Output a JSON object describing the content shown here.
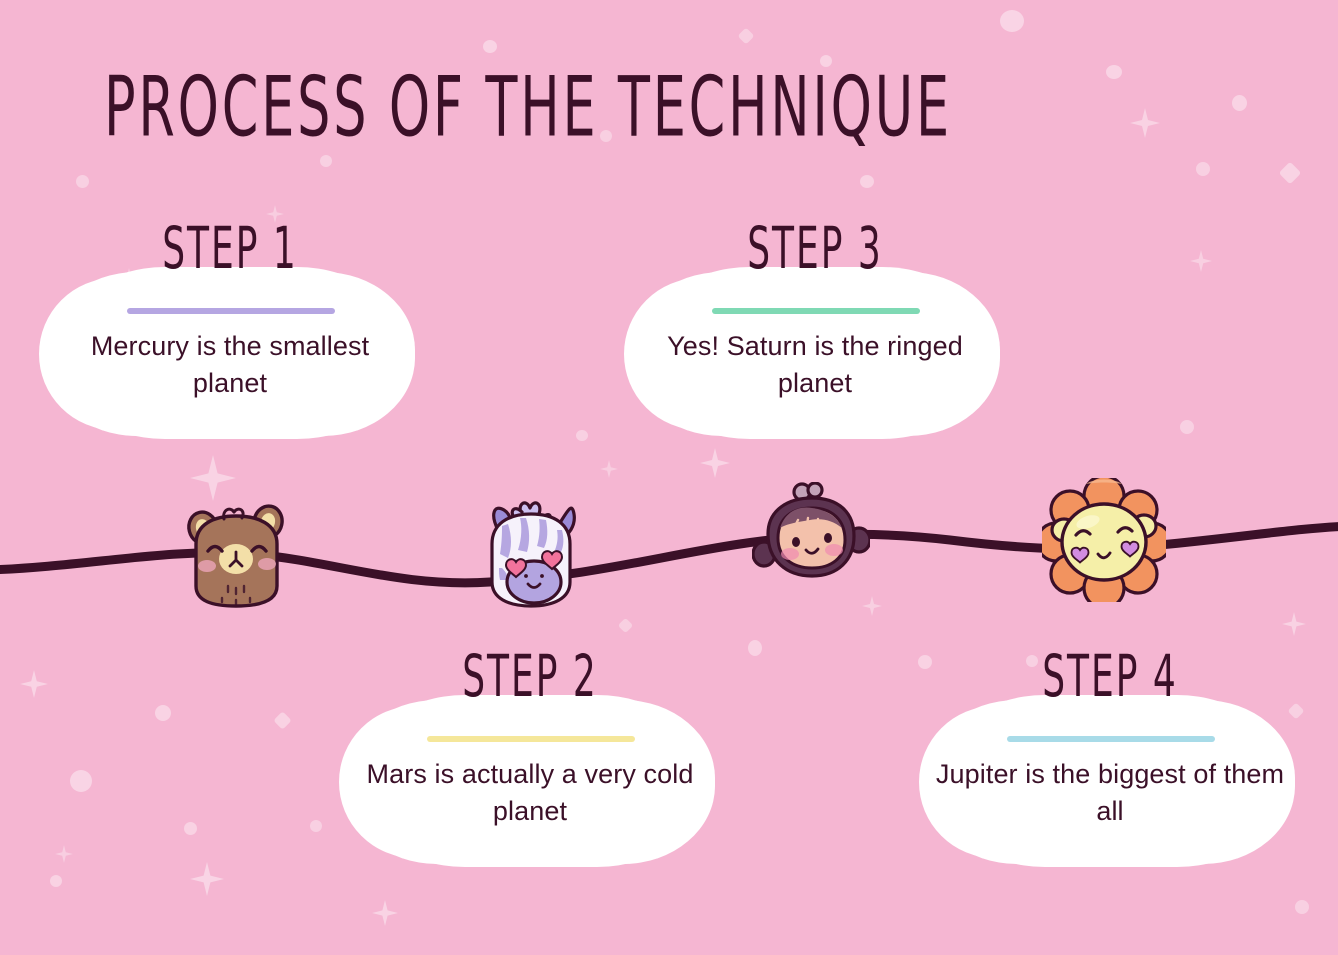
{
  "title": "PROCESS OF THE TECHNIQUE",
  "colors": {
    "background": "#f5b6d2",
    "ink": "#3b1028",
    "card": "#ffffff",
    "divider_step1": "#b5a6e2",
    "divider_step2": "#7fd9b4",
    "divider_step3": "#f5e79a",
    "divider_step4": "#a8dbe8",
    "wave_line": "#3b1028"
  },
  "steps": [
    {
      "label": "STEP 1",
      "text": "Mercury is the smallest planet",
      "divider_color": "#b5a6e2",
      "character": "bear-character"
    },
    {
      "label": "STEP 2",
      "text": "Mars is actually a very cold planet",
      "divider_color": "#7fd9b4",
      "character": "zebra-character"
    },
    {
      "label": "STEP 3",
      "text": "Yes! Saturn is the ringed planet",
      "divider_color": "#f5e79a",
      "character": "monkey-character"
    },
    {
      "label": "STEP 4",
      "text": "Jupiter is the biggest of them all",
      "divider_color": "#a8dbe8",
      "character": "lion-character"
    }
  ],
  "characters": [
    {
      "name": "bear-character",
      "species": "bear",
      "body_color": "#a5745a",
      "accent_color": "#f3dfa8"
    },
    {
      "name": "zebra-character",
      "species": "zebra",
      "body_color": "#f6f2fb",
      "accent_color": "#9a8ad6"
    },
    {
      "name": "monkey-character",
      "species": "monkey",
      "body_color": "#5c3350",
      "accent_color": "#f3c1ab"
    },
    {
      "name": "lion-character",
      "species": "lion",
      "body_color": "#f2935f",
      "accent_color": "#f5efa8"
    }
  ],
  "decor": {
    "sparkle_icon": "four-point-sparkle-icon",
    "dot_icon": "dot-icon",
    "diamond_icon": "diamond-icon"
  }
}
